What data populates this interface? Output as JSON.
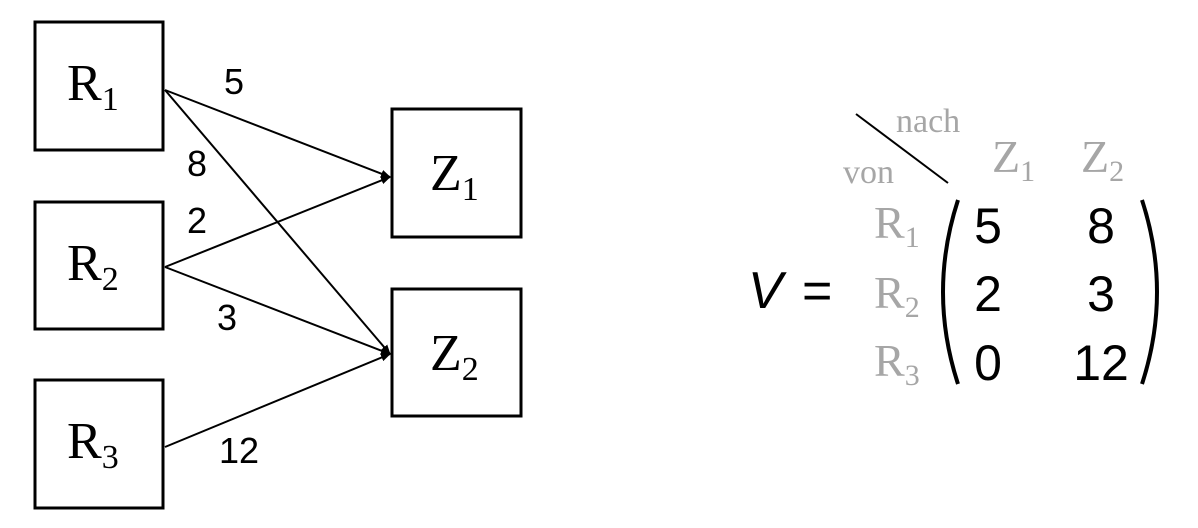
{
  "diagram": {
    "sources": [
      {
        "id": "r1",
        "letter": "R",
        "sub": "1"
      },
      {
        "id": "r2",
        "letter": "R",
        "sub": "2"
      },
      {
        "id": "r3",
        "letter": "R",
        "sub": "3"
      }
    ],
    "targets": [
      {
        "id": "z1",
        "letter": "Z",
        "sub": "1"
      },
      {
        "id": "z2",
        "letter": "Z",
        "sub": "2"
      }
    ],
    "edges": [
      {
        "id": "r1-z1",
        "from": "r1",
        "to": "z1",
        "label": "5"
      },
      {
        "id": "r1-z2",
        "from": "r1",
        "to": "z2",
        "label": "8"
      },
      {
        "id": "r2-z1",
        "from": "r2",
        "to": "z1",
        "label": "2"
      },
      {
        "id": "r2-z2",
        "from": "r2",
        "to": "z2",
        "label": "3"
      },
      {
        "id": "r3-z2",
        "from": "r3",
        "to": "z2",
        "label": "12"
      }
    ]
  },
  "matrix": {
    "name": "V",
    "equals": "=",
    "corner_top": "nach",
    "corner_bottom": "von",
    "column_headers": [
      {
        "letter": "Z",
        "sub": "1"
      },
      {
        "letter": "Z",
        "sub": "2"
      }
    ],
    "row_headers": [
      {
        "letter": "R",
        "sub": "1"
      },
      {
        "letter": "R",
        "sub": "2"
      },
      {
        "letter": "R",
        "sub": "3"
      }
    ],
    "cells": [
      [
        "5",
        "8"
      ],
      [
        "2",
        "3"
      ],
      [
        "0",
        "12"
      ]
    ]
  },
  "colors": {
    "ink": "#000000",
    "header_gray": "#a6a6a6"
  }
}
